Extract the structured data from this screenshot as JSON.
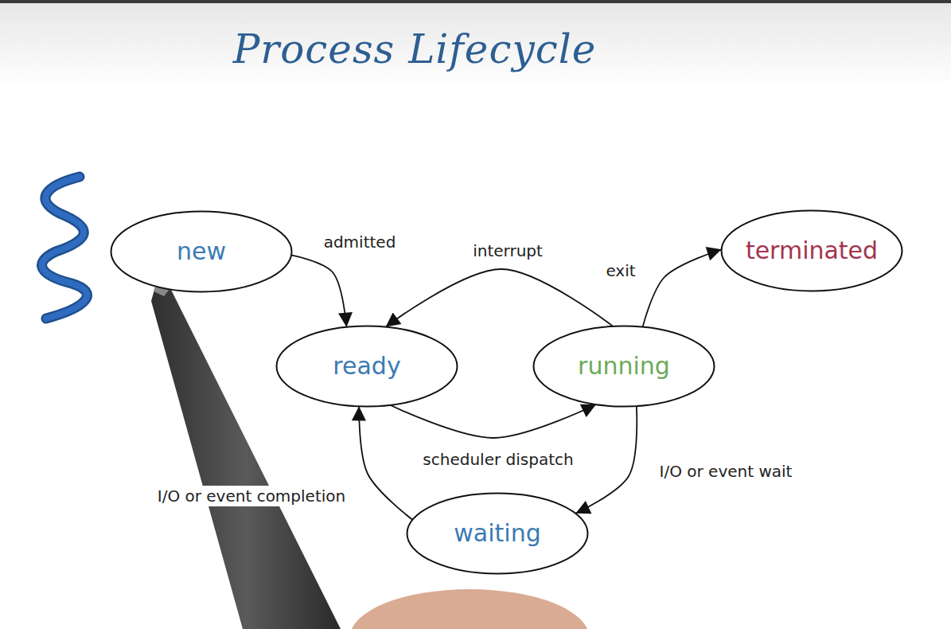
{
  "diagram": {
    "title": "Process Lifecycle",
    "nodes": [
      {
        "text": [
          "new"
        ]
      },
      {
        "text": [
          "terminated"
        ]
      },
      {
        "text": [
          "ready"
        ]
      },
      {
        "text": [
          "running"
        ]
      },
      {
        "text": [
          "waiting"
        ]
      }
    ],
    "edges": [
      {
        "from": 0,
        "to": 2,
        "label": "admitted",
        "arrow": "to"
      },
      {
        "from": 3,
        "to": 2,
        "label": "interrupt",
        "arrow": "to"
      },
      {
        "from": 3,
        "to": 1,
        "label": "exit",
        "arrow": "to"
      },
      {
        "from": 2,
        "to": 3,
        "label": "scheduler dispatch",
        "arrow": "to"
      },
      {
        "from": 3,
        "to": 4,
        "label": "I/O or event wait",
        "arrow": "to"
      },
      {
        "from": 4,
        "to": 2,
        "label": "I/O or event completion",
        "arrow": "to"
      }
    ]
  }
}
